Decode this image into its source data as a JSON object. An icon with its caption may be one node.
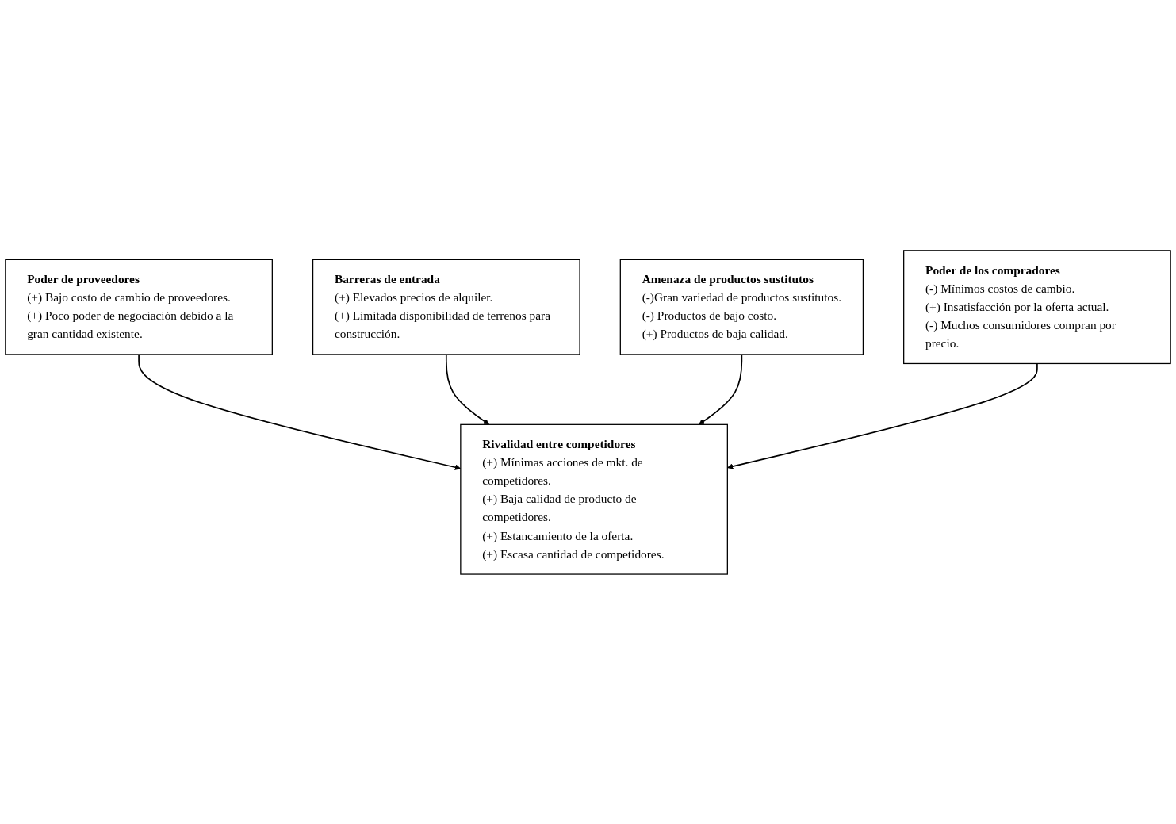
{
  "diagram": {
    "nodes": [
      {
        "text": [
          "Poder de proveedores",
          "(+) Bajo costo de cambio de proveedores.",
          "(+) Poco poder de negociación debido a la gran cantidad existente."
        ]
      },
      {
        "text": [
          "Barreras de entrada",
          "(+) Elevados precios de alquiler.",
          "(+) Limitada disponibilidad de terrenos para construcción."
        ]
      },
      {
        "text": [
          "Rivalidad entre competidores",
          "(+) Mínimas acciones de mkt. de competidores.",
          "(+) Baja calidad de producto de competidores.",
          "(+) Estancamiento de la oferta.",
          "(+) Escasa cantidad de competidores."
        ]
      },
      {
        "text": [
          "Amenaza de productos sustitutos",
          "(-)Gran variedad de productos sustitutos.",
          "(-) Productos de bajo costo.",
          "(+) Productos de baja calidad."
        ]
      },
      {
        "text": [
          "Poder de los compradores",
          "(-) Mínimos costos de cambio.",
          "(+) Insatisfacción por la oferta actual.",
          "(-) Muchos consumidores compran por precio."
        ]
      }
    ],
    "edges": [
      {
        "from": 0,
        "to": 2,
        "arrow": "to"
      },
      {
        "from": 1,
        "to": 2,
        "arrow": "to"
      },
      {
        "from": 3,
        "to": 2,
        "arrow": "to"
      },
      {
        "from": 4,
        "to": 2,
        "arrow": "to"
      }
    ]
  }
}
